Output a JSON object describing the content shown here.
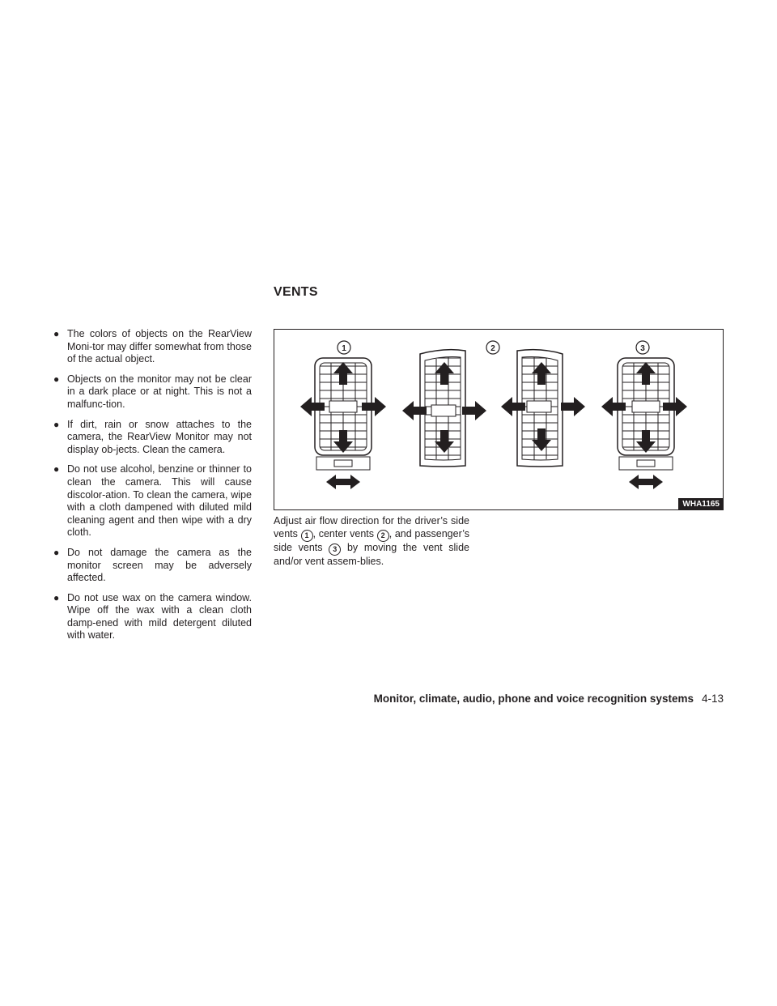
{
  "section": {
    "title": "VENTS"
  },
  "bullets": [
    {
      "mark": "●",
      "text": "The colors of objects on the RearView Moni-tor may differ somewhat from those of the actual object."
    },
    {
      "mark": "●",
      "text": "Objects on the monitor may not be clear in a dark place or at night. This is not a malfunc-tion."
    },
    {
      "mark": "●",
      "text": "If dirt, rain or snow attaches to the camera, the RearView Monitor may not display ob-jects. Clean the camera."
    },
    {
      "mark": "●",
      "text": "Do not use alcohol, benzine or thinner to clean the camera. This will cause discolor-ation. To clean the camera, wipe with a cloth dampened with diluted mild cleaning agent and then wipe with a dry cloth."
    },
    {
      "mark": "●",
      "text": "Do not damage the camera as the monitor screen may be adversely affected."
    },
    {
      "mark": "●",
      "text": "Do not use wax on the camera window. Wipe off the wax with a clean cloth damp-ened with mild detergent diluted with water."
    }
  ],
  "figure": {
    "code": "WHA1165",
    "callouts": [
      "1",
      "2",
      "3"
    ]
  },
  "caption": {
    "part1": "Adjust air flow direction for the driver’s side vents ",
    "n1": "1",
    "part2": ", center vents ",
    "n2": "2",
    "part3": ", and passenger’s side vents ",
    "n3": "3",
    "part4": " by moving the vent slide and/or vent assem-blies."
  },
  "footer": {
    "section": "Monitor, climate, audio, phone and voice recognition systems",
    "page": "4-13"
  }
}
